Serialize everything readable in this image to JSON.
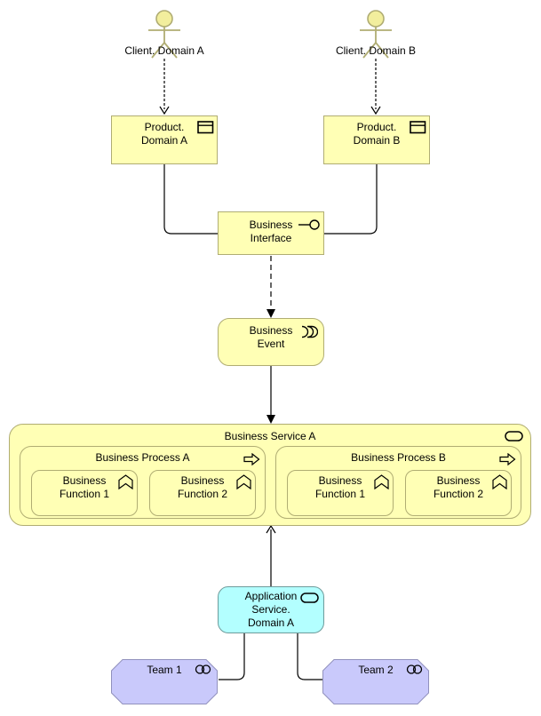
{
  "nodes": {
    "actor_a": "Client. Domain A",
    "actor_b": "Client. Domain B",
    "product_a": "Product.\nDomain A",
    "product_b": "Product.\nDomain B",
    "business_interface": "Business\nInterface",
    "business_event": "Business\nEvent",
    "service_title": "Business Service A",
    "process_a": {
      "title": "Business Process A",
      "functions": [
        "Business\nFunction 1",
        "Business\nFunction 2"
      ]
    },
    "process_b": {
      "title": "Business Process B",
      "functions": [
        "Business\nFunction 1",
        "Business\nFunction 2"
      ]
    },
    "app_service": "Application\nService.\nDomain A",
    "team_1": "Team 1",
    "team_2": "Team 2"
  },
  "icons": {
    "product_a": "product-icon",
    "product_b": "product-icon",
    "business_interface": "interface-lollipop-icon",
    "business_event": "event-icon",
    "service": "service-stadium-icon",
    "process_a": "process-arrow-icon",
    "process_b": "process-arrow-icon",
    "functions": "function-chevron-icon",
    "app_service": "service-stadium-icon",
    "teams": "collaboration-circles-icon"
  },
  "colors": {
    "business_fill": "#ffffb5",
    "business_border": "#b0ad73",
    "application_fill": "#b3ffff",
    "application_border": "#6e9b9b",
    "team_fill": "#c9c9fb",
    "team_border": "#9191bd",
    "actor_head_fill": "#f2ee9d",
    "connector": "#000000"
  }
}
